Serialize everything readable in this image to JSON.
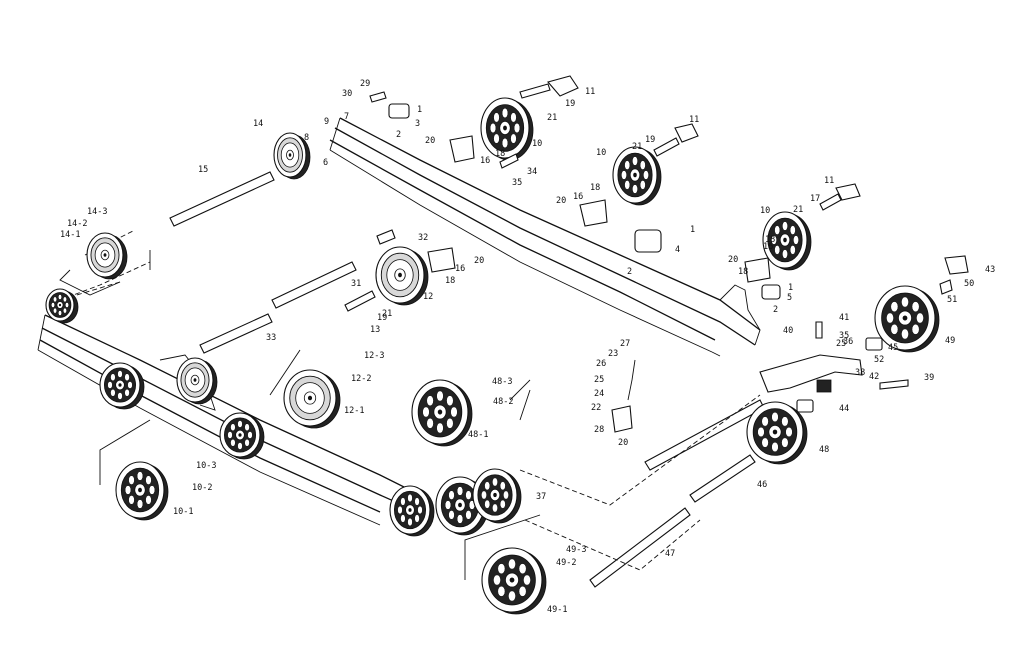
{
  "diagram": {
    "labels": [
      "1",
      "2",
      "3",
      "4",
      "5",
      "6",
      "7",
      "8",
      "9",
      "10",
      "10-1",
      "10-2",
      "10-3",
      "11",
      "12",
      "12-1",
      "12-2",
      "12-3",
      "13",
      "14",
      "14-1",
      "14-2",
      "14-3",
      "15",
      "16",
      "17",
      "18",
      "19",
      "20",
      "21",
      "22",
      "23",
      "24",
      "25",
      "26",
      "27",
      "28",
      "29",
      "30",
      "31",
      "32",
      "33",
      "34",
      "35",
      "36",
      "37",
      "38",
      "39",
      "40",
      "41",
      "42",
      "43",
      "44",
      "45",
      "46",
      "47",
      "48",
      "48-1",
      "48-2",
      "48-3",
      "49",
      "49-1",
      "49-2",
      "49-3",
      "50",
      "51",
      "52"
    ]
  }
}
